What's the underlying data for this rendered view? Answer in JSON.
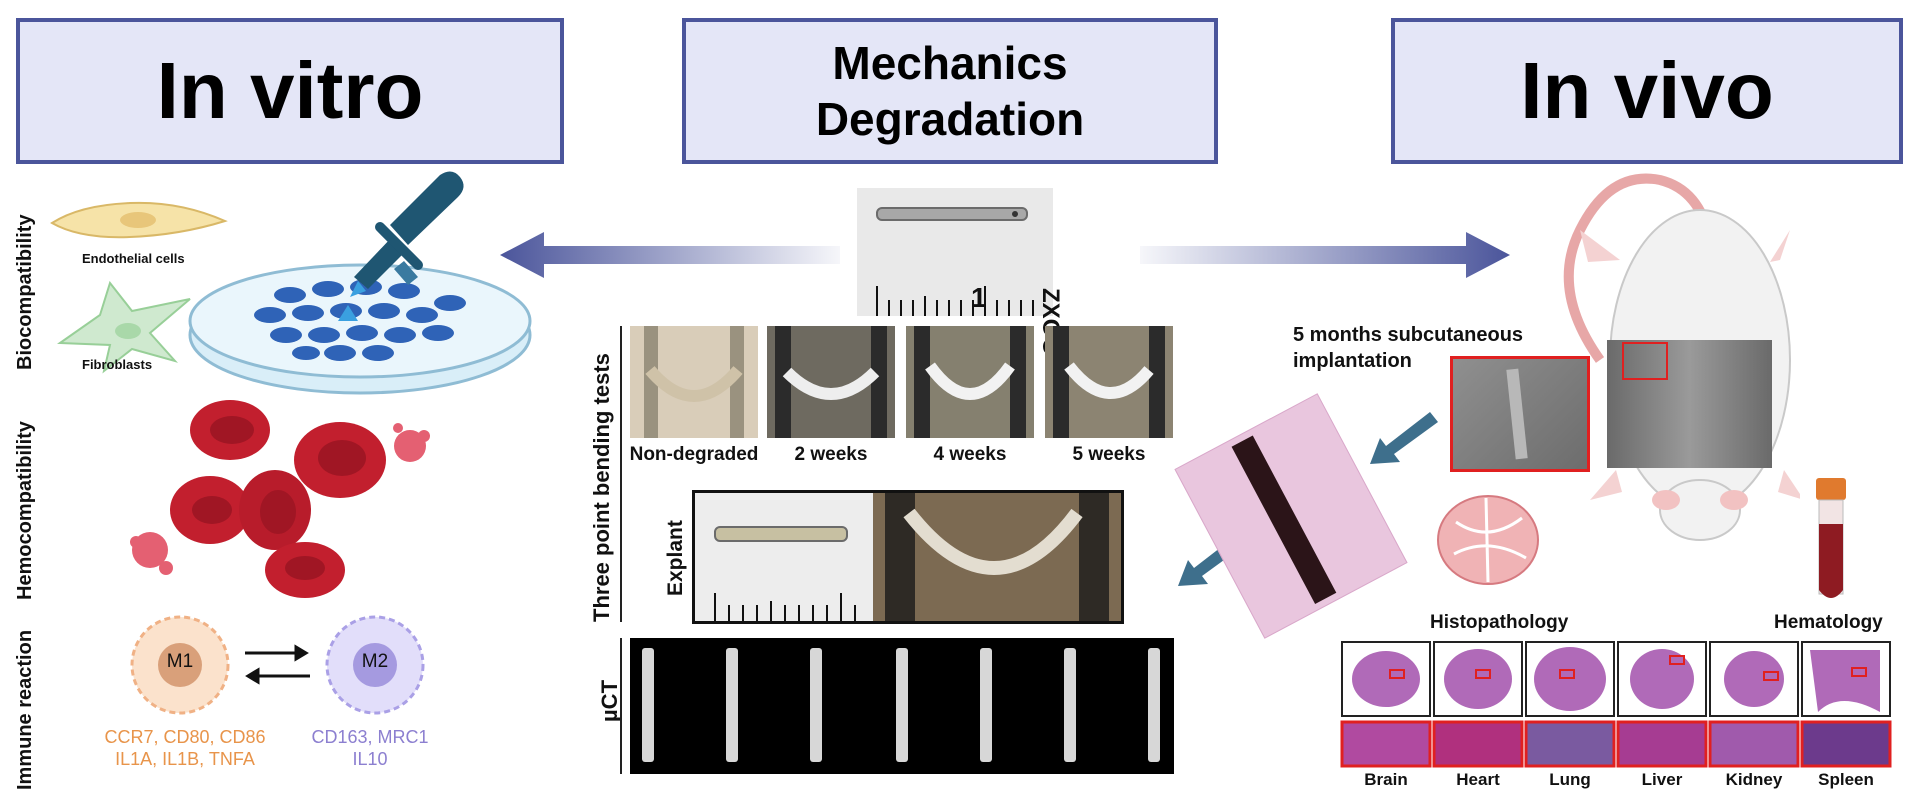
{
  "headers": {
    "in_vitro": "In vitro",
    "mechanics_line1": "Mechanics",
    "mechanics_line2": "Degradation",
    "in_vivo": "In vivo"
  },
  "left": {
    "biocompatibility": "Biocompatibility",
    "hemocompatibility": "Hemocompatibility",
    "immune_reaction": "Immune reaction",
    "endothelial": "Endothelial cells",
    "fibroblasts": "Fibroblasts",
    "m1": "M1",
    "m2": "M2",
    "m1_markers_line1": "CCR7, CD80, CD86",
    "m1_markers_line2": "IL1A, IL1B, TNFA",
    "m2_markers_line1": "CD163, MRC1",
    "m2_markers_line2": "IL10"
  },
  "center": {
    "implant_label": "ZXOO",
    "ruler_mark": "1",
    "bending_label": "Three point bending tests",
    "stages": [
      "Non-degraded",
      "2 weeks",
      "4 weeks",
      "5 weeks"
    ],
    "explant_label": "Explant",
    "uct_label": "µCT"
  },
  "right": {
    "implantation_line1": "5 months subcutaneous",
    "implantation_line2": "implantation",
    "histopathology": "Histopathology",
    "hematology": "Hematology",
    "organs": [
      "Brain",
      "Heart",
      "Lung",
      "Liver",
      "Kidney",
      "Spleen"
    ]
  },
  "colors": {
    "header_fill": "#e4e6f7",
    "header_border": "#4b559b",
    "arrow": "#4b559b",
    "teal_arrow": "#3e6f8c",
    "m1_text": "#e8944a",
    "m2_text": "#8c7fd0",
    "histo_purple": "#9a3aa0"
  }
}
